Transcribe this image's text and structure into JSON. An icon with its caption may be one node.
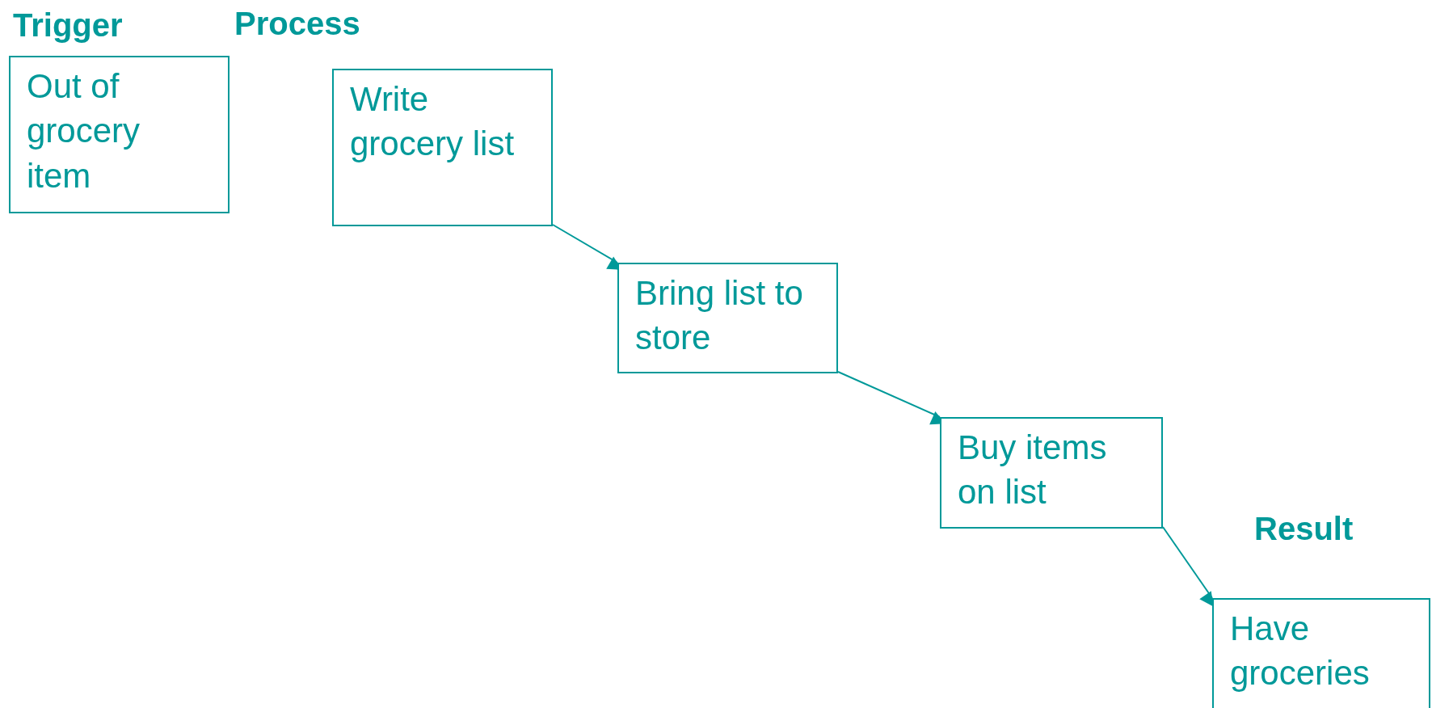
{
  "diagram": {
    "nodes": [
      {
        "text": [
          "Trigger",
          "Out of grocery item"
        ]
      },
      {
        "text": [
          "Process",
          "Write grocery list"
        ]
      },
      {
        "text": [
          "Bring list to store"
        ]
      },
      {
        "text": [
          "Buy items on list"
        ]
      },
      {
        "text": [
          "Result",
          "Have groceries"
        ]
      }
    ],
    "edges": [
      {
        "from": 1,
        "to": 2,
        "arrow": "to"
      },
      {
        "from": 2,
        "to": 3,
        "arrow": "to"
      },
      {
        "from": 3,
        "to": 4,
        "arrow": "to"
      }
    ]
  }
}
